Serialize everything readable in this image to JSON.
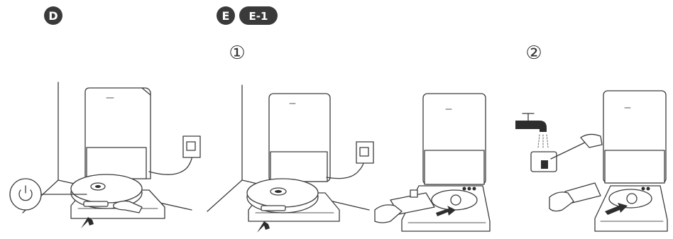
{
  "badges": {
    "d": "D",
    "e": "E",
    "e1": "E-1"
  },
  "steps": {
    "one": "①",
    "two": "②"
  }
}
